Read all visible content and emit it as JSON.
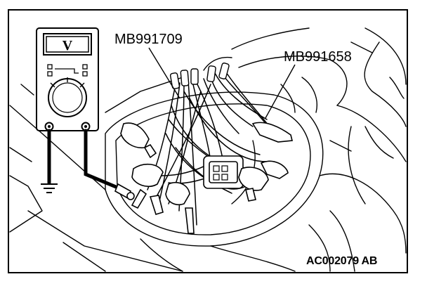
{
  "callouts": {
    "tool_1": "MB991709",
    "tool_2": "MB991658"
  },
  "meter": {
    "display_symbol": "V"
  },
  "figure_id": "AC002079 AB"
}
